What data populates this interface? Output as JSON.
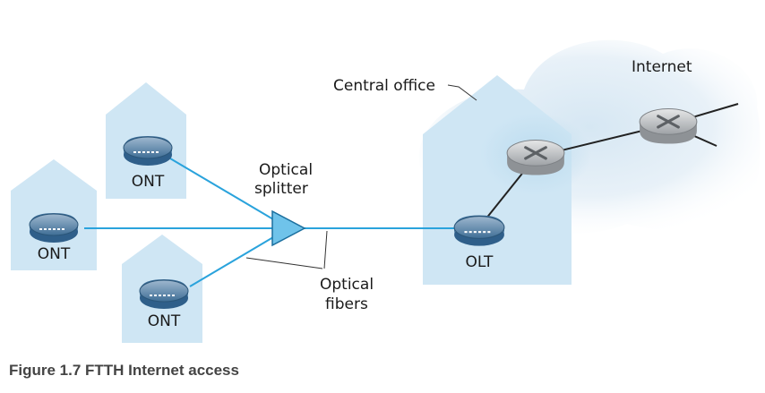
{
  "labels": {
    "ont_top": "ONT",
    "ont_left": "ONT",
    "ont_bottom": "ONT",
    "olt": "OLT",
    "central_office": "Central office",
    "internet": "Internet",
    "splitter_line1": "Optical",
    "splitter_line2": "splitter",
    "fibers_line1": "Optical",
    "fibers_line2": "fibers"
  },
  "caption": "Figure 1.7 FTTH Internet access",
  "colors": {
    "house_fill": "#cfe6f4",
    "fiber": "#2aa3dc",
    "splitter": "#6fc3ea",
    "cloud": "#e9f2f8",
    "router": "#b9bcbf"
  }
}
